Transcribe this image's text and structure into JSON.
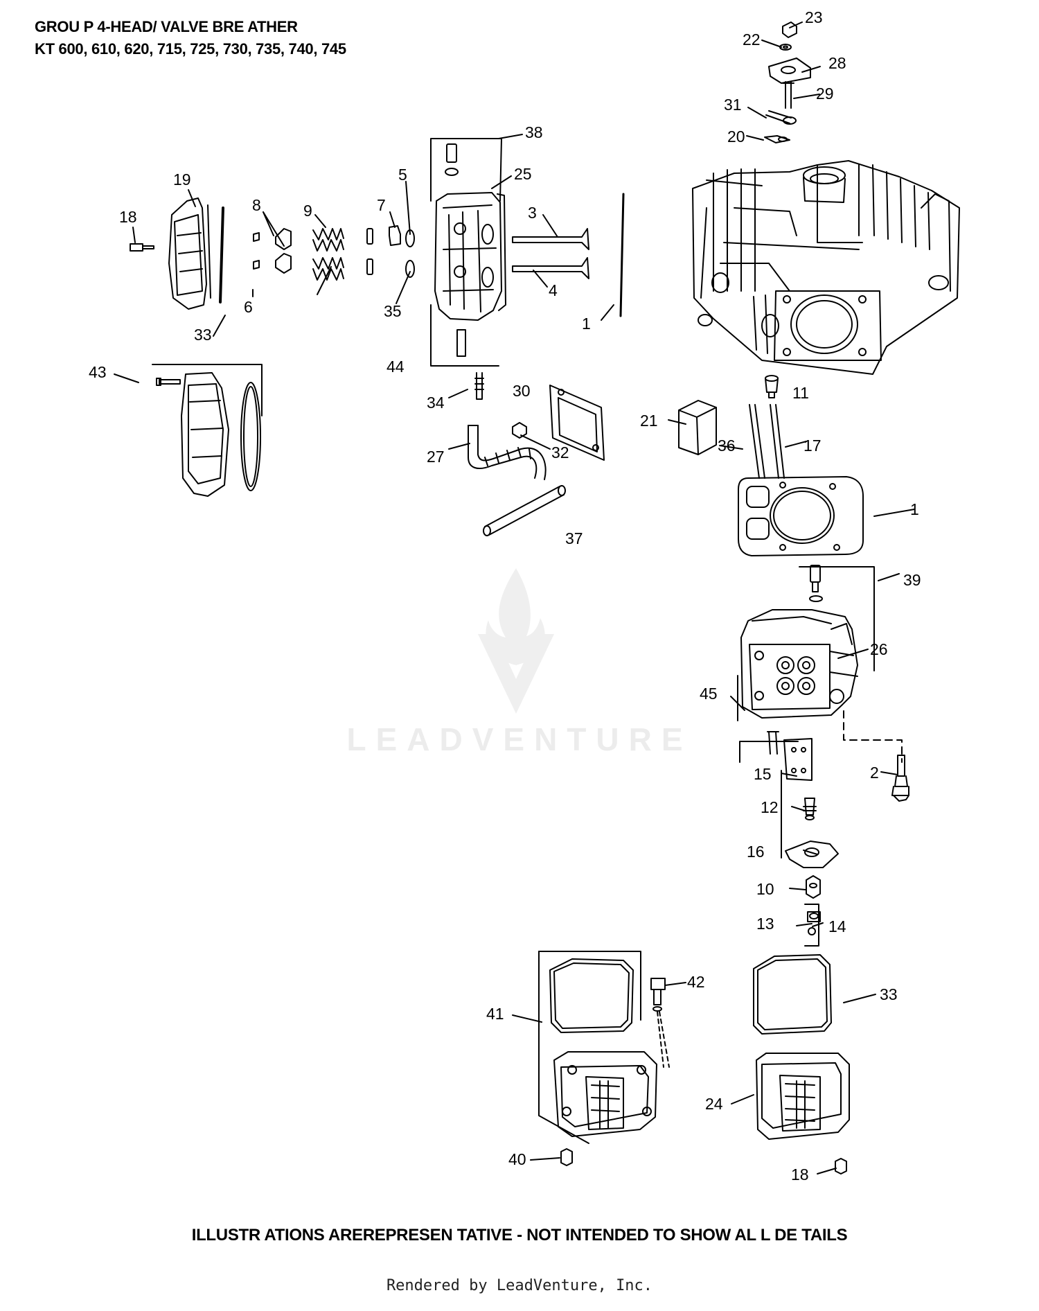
{
  "header": {
    "line1": "GROU P 4-HEAD/ VALVE BRE ATHER",
    "line2": "KT 600, 610, 620, 715, 725, 730, 735, 740, 745"
  },
  "callouts": [
    "23",
    "22",
    "28",
    "29",
    "31",
    "20",
    "38",
    "25",
    "19",
    "18",
    "8",
    "9",
    "7",
    "5",
    "3",
    "4",
    "6",
    "35",
    "33",
    "1",
    "44",
    "11",
    "43",
    "30",
    "34",
    "21",
    "36",
    "17",
    "27",
    "32",
    "37",
    "1",
    "39",
    "26",
    "45",
    "15",
    "2",
    "12",
    "16",
    "10",
    "13",
    "14",
    "42",
    "33",
    "41",
    "24",
    "40",
    "18"
  ],
  "watermark": "LEADVENTURE",
  "footer": {
    "disclaimer": "ILLUSTR ATIONS  AREREPRESEN     TATIVE - NOT INTENDED      TO SHOW  AL L DE TAILS",
    "rendered_by": "Rendered by LeadVenture, Inc."
  }
}
